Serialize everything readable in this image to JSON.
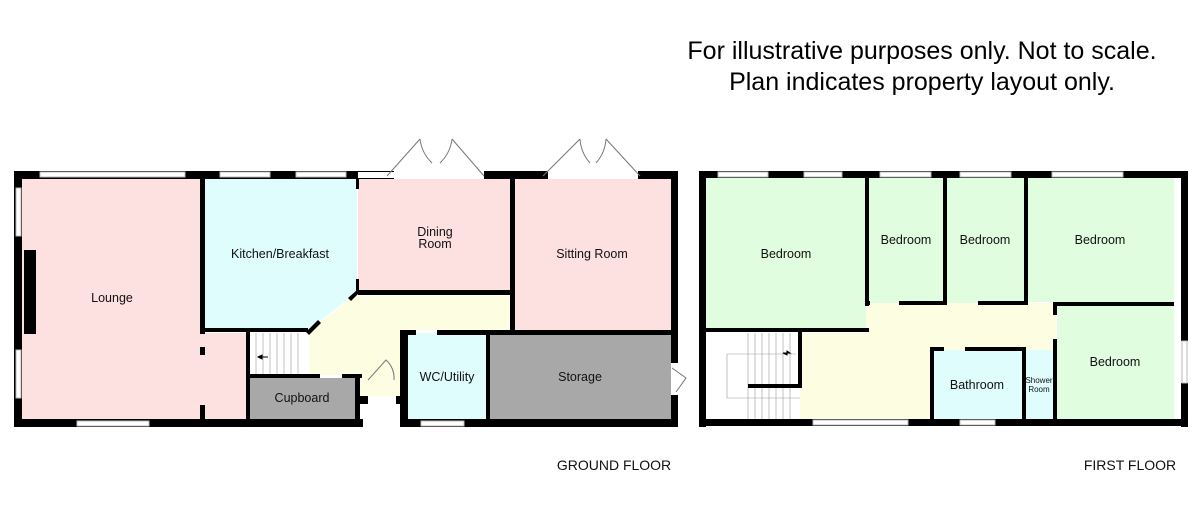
{
  "disclaimer": {
    "line1": "For illustrative purposes only. Not to scale.",
    "line2": "Plan indicates property layout only."
  },
  "ground_floor": {
    "title": "GROUND FLOOR",
    "rooms": {
      "lounge": "Lounge",
      "kitchen": "Kitchen/Breakfast",
      "dining_1": "Dining",
      "dining_2": "Room",
      "sitting": "Sitting Room",
      "cupboard": "Cupboard",
      "wc": "WC/Utility",
      "storage": "Storage"
    }
  },
  "first_floor": {
    "title": "FIRST FLOOR",
    "rooms": {
      "bedroom_1": "Bedroom",
      "bedroom_2": "Bedroom",
      "bedroom_3": "Bedroom",
      "bedroom_4": "Bedroom",
      "bedroom_5": "Bedroom",
      "bathroom": "Bathroom",
      "shower_1": "Shower",
      "shower_2": "Room"
    }
  },
  "colors": {
    "reception": "#fde0e0",
    "wet_room": "#e0fdfd",
    "hall": "#fdfde2",
    "storage": "#a8a8a8",
    "bedroom": "#e0fde0",
    "wall": "#000000"
  }
}
